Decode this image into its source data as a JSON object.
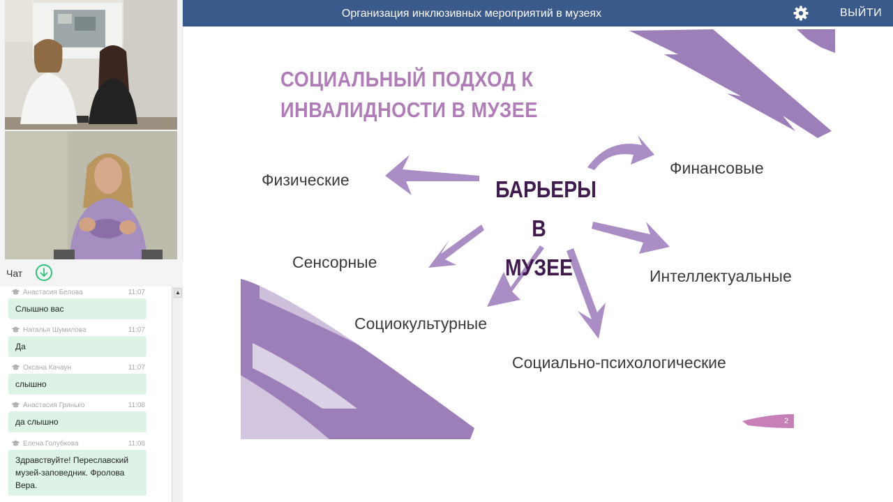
{
  "header": {
    "title": "Организация инклюзивных мероприятий в музеях",
    "exit_label": "ВЫЙТИ",
    "icons": {
      "settings": "gear-icon"
    }
  },
  "chat": {
    "title": "Чат",
    "messages": [
      {
        "author": "Анастасия Белова",
        "time": "11:07",
        "text": "Слышно вас"
      },
      {
        "author": "Наталья Шумилова",
        "time": "11:07",
        "text": "Да"
      },
      {
        "author": "Оксана Качаун",
        "time": "11:07",
        "text": "слышно"
      },
      {
        "author": "Анастасия Гринько",
        "time": "11:08",
        "text": "да слышно"
      },
      {
        "author": "Елена Голубкова",
        "time": "11:08",
        "text": "Здравствуйте! Переславский музей-заповедник. Фролова Вера."
      }
    ]
  },
  "slide": {
    "title": "СОЦИАЛЬНЫЙ ПОДХОД К ИНВАЛИДНОСТИ В МУЗЕЕ",
    "center": "БАРЬЕРЫ В МУЗЕЕ",
    "categories": {
      "physical": "Физические",
      "financial": "Финансовые",
      "sensory": "Сенсорные",
      "intellectual": "Интеллектуальные",
      "sociocultural": "Социокультурные",
      "sociopsych": "Социально-психологические"
    },
    "page_number": "2",
    "accent_color": "#9c7fb8"
  }
}
